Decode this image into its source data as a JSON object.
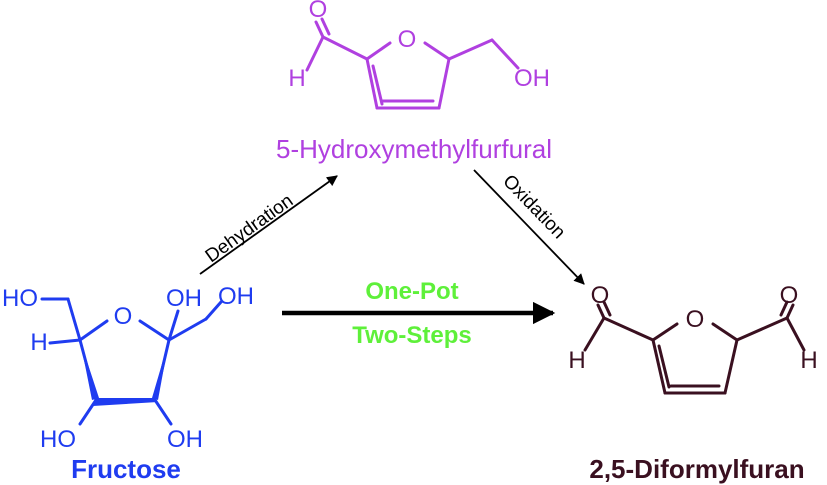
{
  "colors": {
    "hmf": "#b040e0",
    "fructose": "#1f3cf0",
    "dff": "#3a1020",
    "onepot": "#5ef03a",
    "arrow": "#000000"
  },
  "hmf": {
    "name": "5-Hydroxymethylfurfural",
    "o_ring": "O",
    "o_aldehyde": "O",
    "h_aldehyde": "H",
    "oh": "OH"
  },
  "dff": {
    "name": "2,5-Diformylfuran",
    "o_ring": "O",
    "o_left": "O",
    "o_right": "O",
    "h_left": "H",
    "h_right": "H"
  },
  "fructose": {
    "name": "Fructose",
    "o_ring": "O",
    "oh_top_left": "HO",
    "oh_top_right": "OH",
    "oh_anomeric": "OH",
    "h": "H",
    "oh_bottom_left": "HO",
    "oh_bottom_right": "OH"
  },
  "arrows": {
    "dehydration": "Dehydration",
    "oxidation": "Oxidation",
    "one_pot_line1": "One-Pot",
    "one_pot_line2": "Two-Steps"
  }
}
